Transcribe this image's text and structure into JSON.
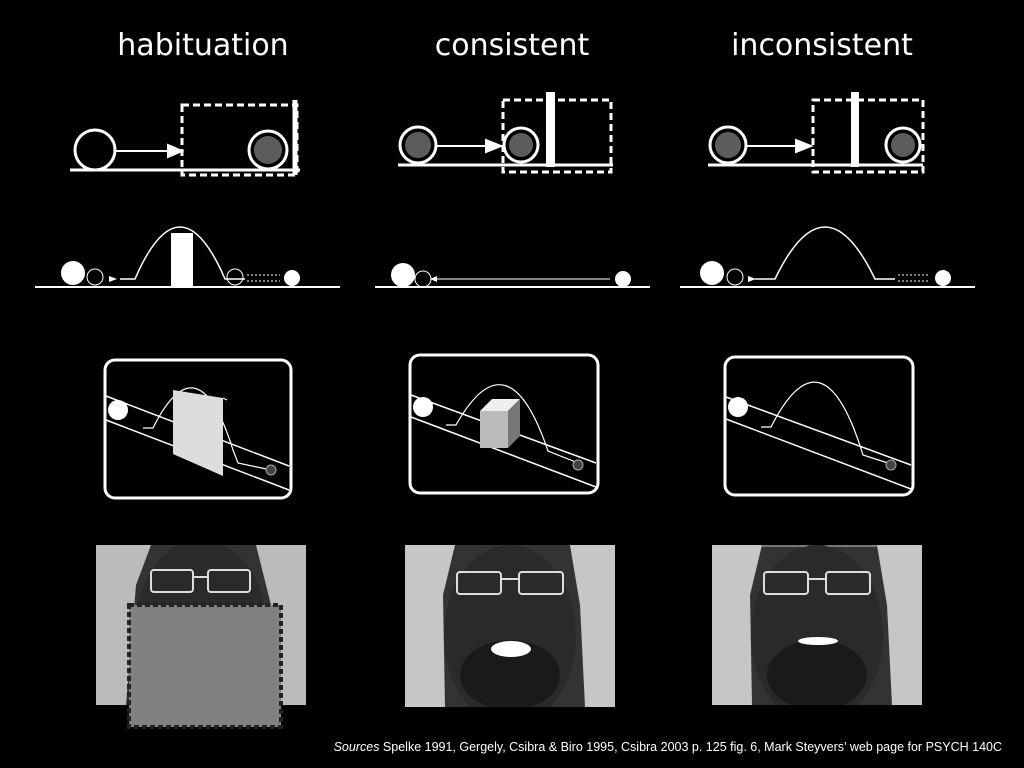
{
  "columns": [
    {
      "heading": "habituation"
    },
    {
      "heading": "consistent"
    },
    {
      "heading": "inconsistent"
    }
  ],
  "source": {
    "label": "Sources",
    "text": " Spelke 1991, Gergely, Csibra & Biro 1995, Csibra 2003 p. 125 fig. 6, Mark Steyvers’ web page for PSYCH 140C"
  },
  "colors": {
    "background": "#000000",
    "foreground": "#ffffff",
    "occluder": "#808080"
  }
}
